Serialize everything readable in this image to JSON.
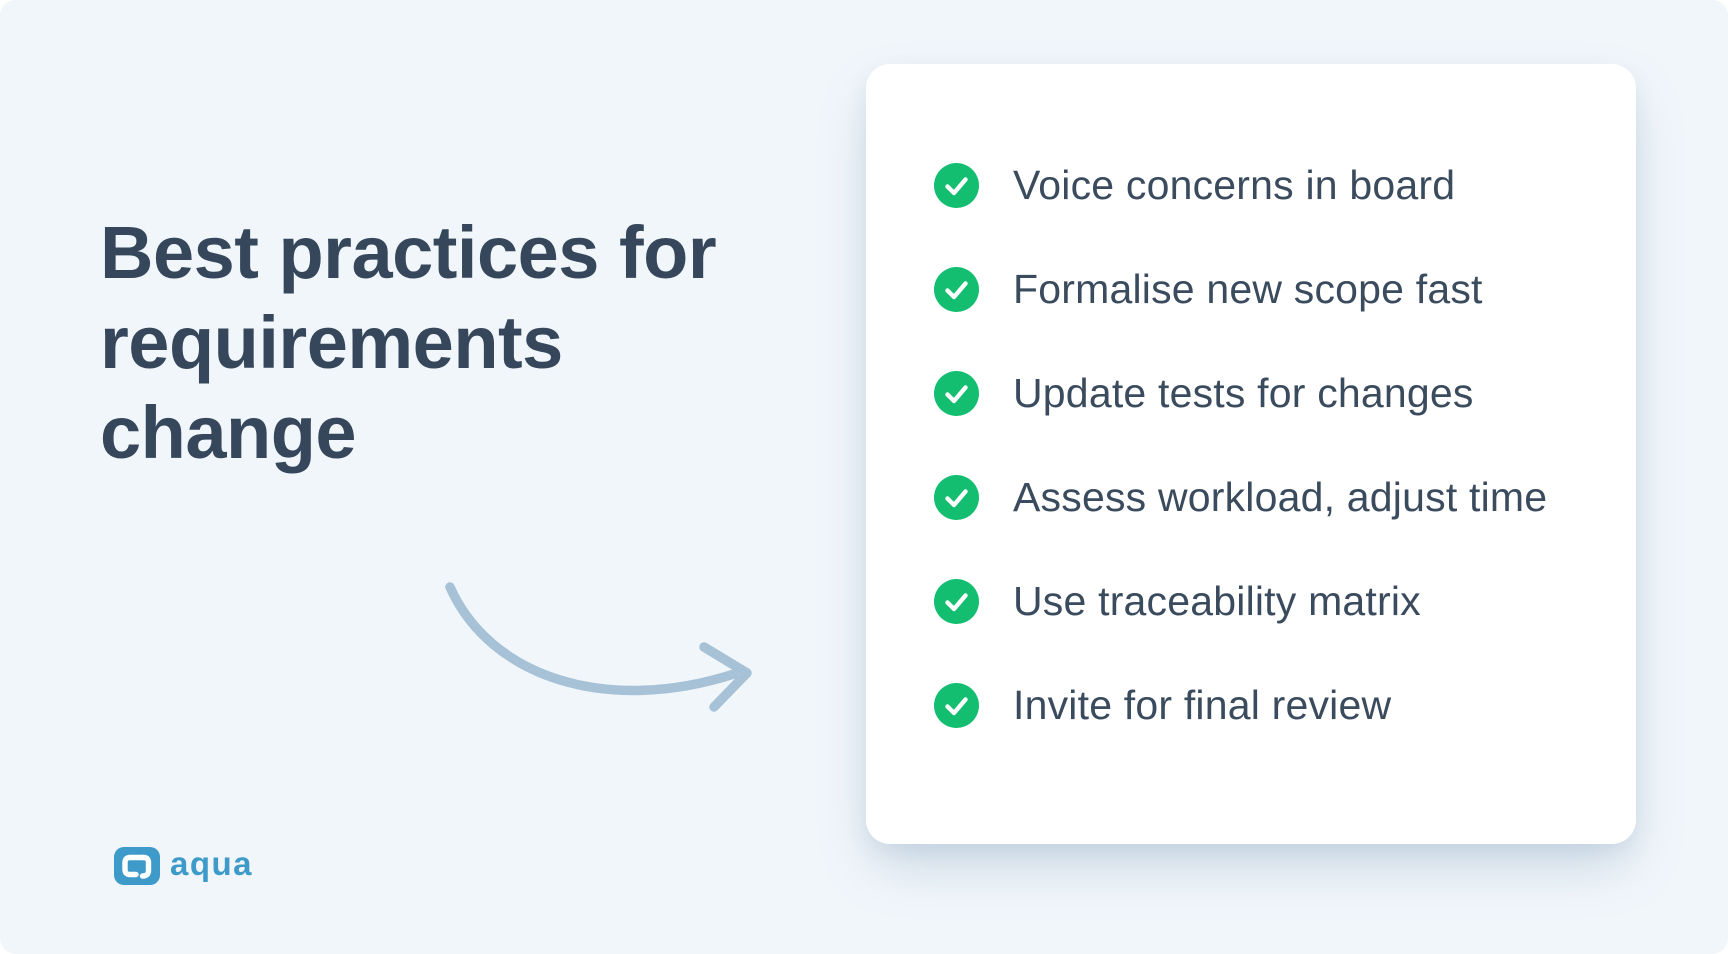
{
  "slide": {
    "title": "Best practices for requirements change",
    "title_lines": [
      "Best practices for",
      "requirements",
      "change"
    ]
  },
  "checklist": {
    "items": [
      "Voice concerns in board",
      "Formalise new scope fast",
      "Update tests for changes",
      "Assess workload, adjust time",
      "Use traceability matrix",
      "Invite for final review"
    ]
  },
  "logo": {
    "wordmark": "aqua"
  },
  "icons": {
    "check": "check-circle-icon",
    "arrow": "curved-arrow-icon",
    "logo": "aqua-logo-icon"
  },
  "colors": {
    "background": "#F1F6FB",
    "card": "#FFFFFF",
    "accent_green": "#14BE71",
    "text_dark": "#36475B",
    "list_text": "#3B4B5E",
    "arrow": "#A7C2D6",
    "logo_blue": "#3E9AC9"
  }
}
